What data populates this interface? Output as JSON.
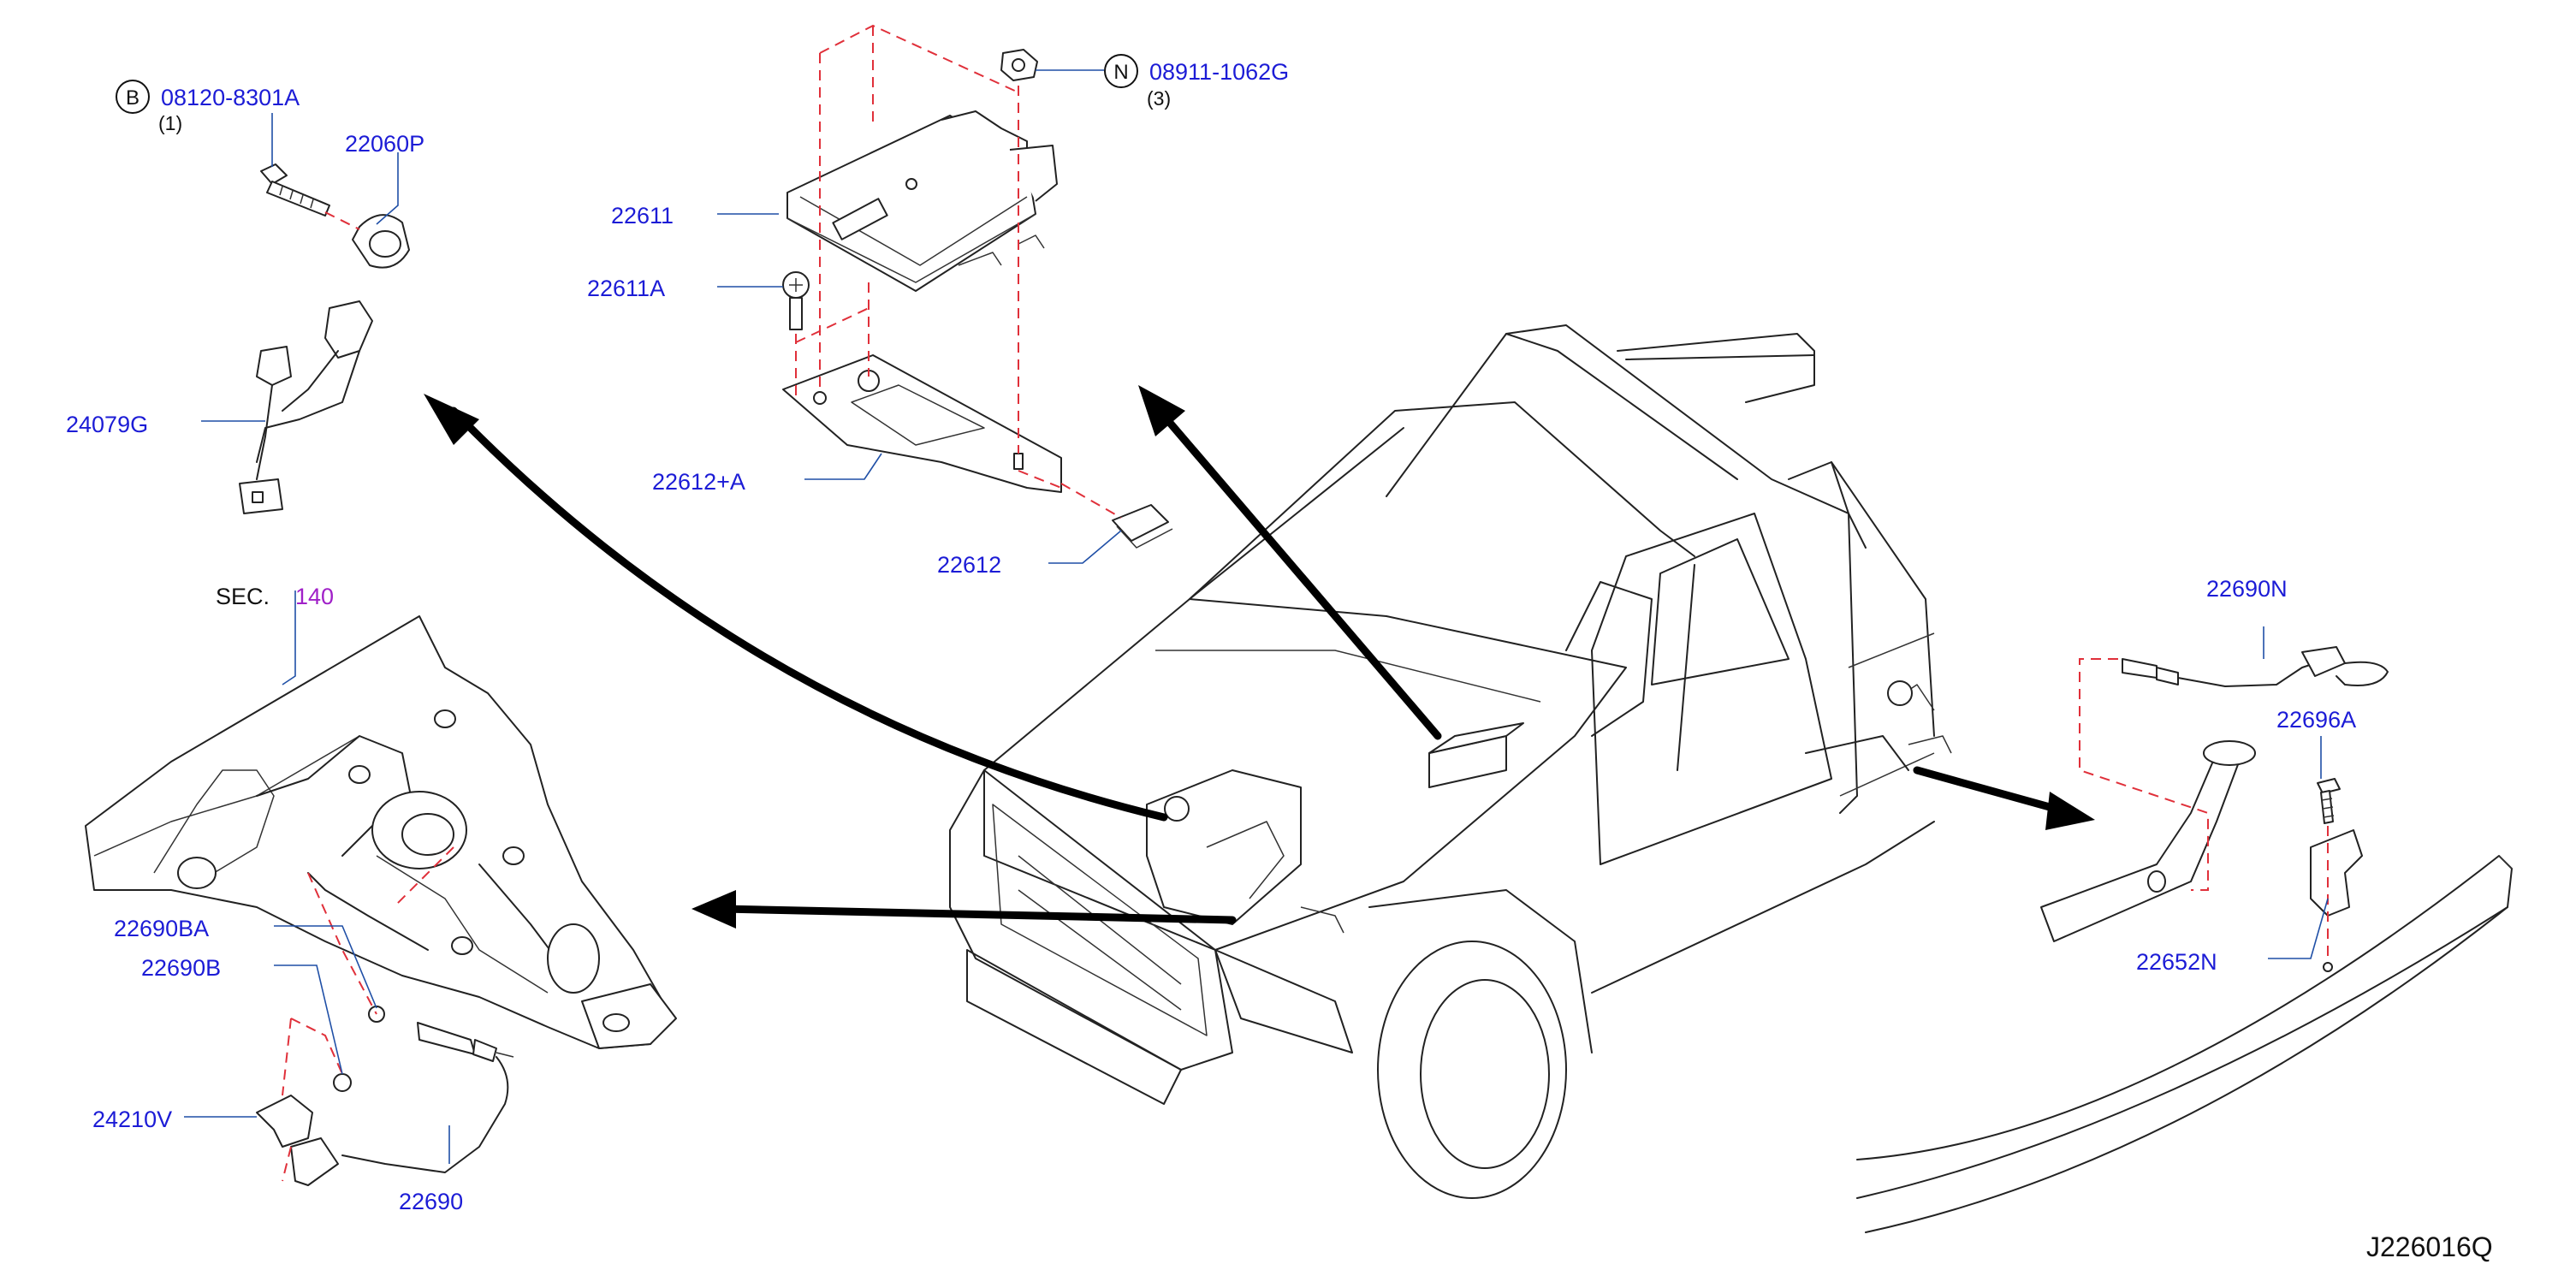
{
  "diagram": {
    "reference_code": "J226016Q",
    "section": {
      "prefix": "SEC.",
      "number": "140"
    },
    "callouts": [
      {
        "id": "bolt_b",
        "symbol": "B",
        "part": "08120-8301A",
        "qty": "(1)"
      },
      {
        "id": "knock_sensor",
        "part": "22060P"
      },
      {
        "id": "harness",
        "part": "24079G"
      },
      {
        "id": "ecm",
        "part": "22611"
      },
      {
        "id": "ecm_bolt",
        "part": "22611A"
      },
      {
        "id": "bracket",
        "part": "22612+A"
      },
      {
        "id": "bracket_pad",
        "part": "22612"
      },
      {
        "id": "nut_n",
        "symbol": "N",
        "part": "08911-1062G",
        "qty": "(3)"
      },
      {
        "id": "o2_sensor_rear",
        "part": "22690N"
      },
      {
        "id": "bolt_rear",
        "part": "22696A"
      },
      {
        "id": "rear_bracket",
        "part": "22652N"
      },
      {
        "id": "gasket_ba",
        "part": "22690BA"
      },
      {
        "id": "nut_b",
        "part": "22690B"
      },
      {
        "id": "o2_bracket",
        "part": "24210V"
      },
      {
        "id": "o2_sensor_front",
        "part": "22690"
      }
    ]
  }
}
